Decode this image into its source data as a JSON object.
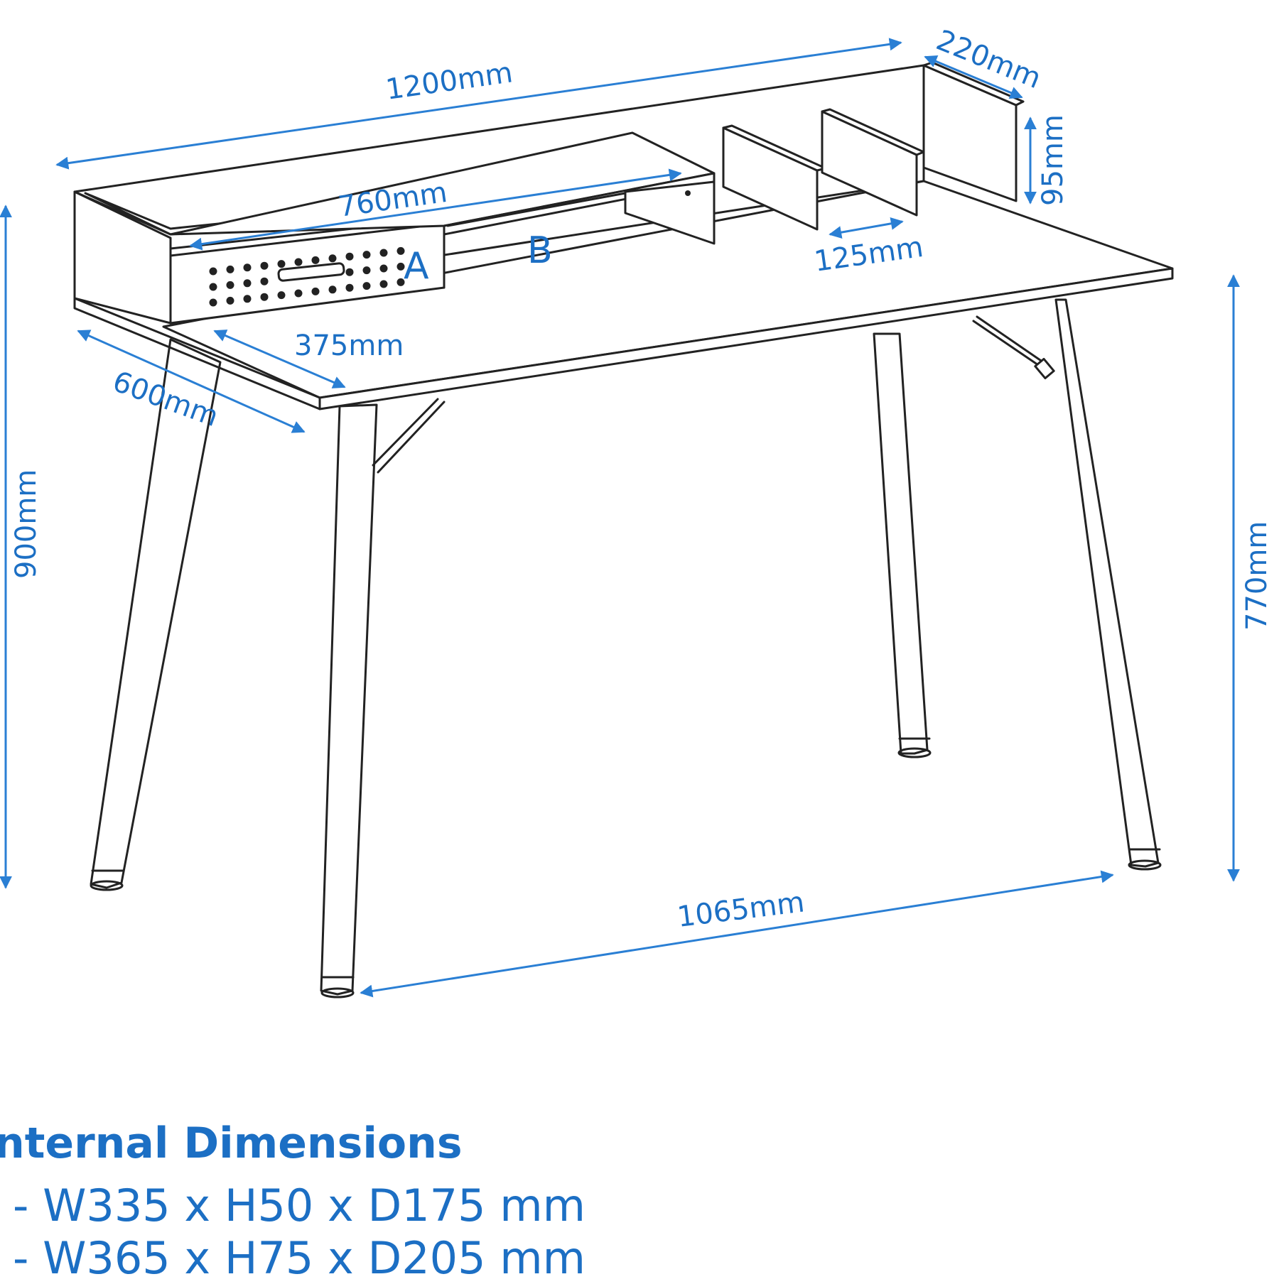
{
  "dimensions": {
    "overall_width": "1200mm",
    "upstand_depth": "220mm",
    "upstand_height": "95mm",
    "shelf_width": "760mm",
    "divider_gap": "125mm",
    "drawer_depth": "375mm",
    "desk_depth": "600mm",
    "overall_height": "900mm",
    "desk_height": "770mm",
    "leg_span": "1065mm"
  },
  "compartments": {
    "a": "A",
    "b": "B"
  },
  "internal": {
    "title": "nternal Dimensions",
    "line_a": "- W335 x H50 x D175 mm",
    "line_b": "- W365 x H75 x D205 mm"
  },
  "colors": {
    "annotation": "#1c6fc4",
    "linework": "#222222"
  }
}
